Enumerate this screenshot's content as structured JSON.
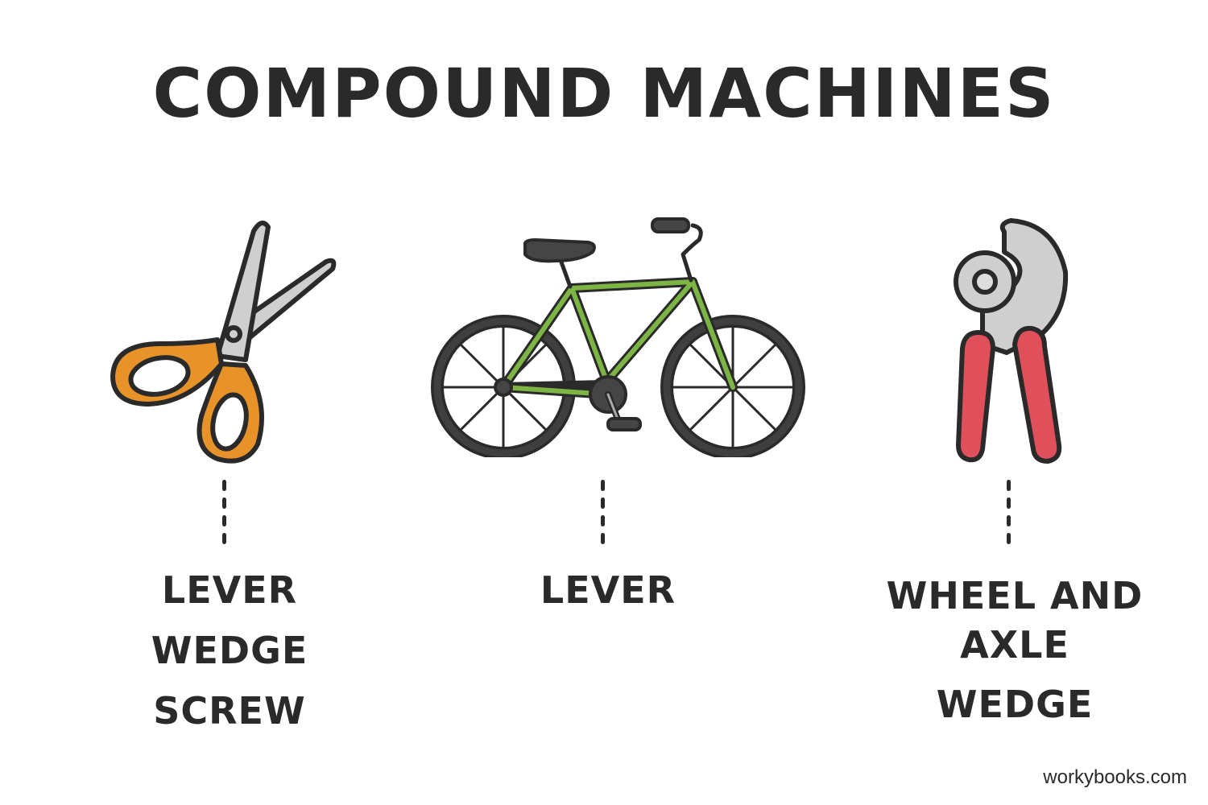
{
  "title": "COMPOUND MACHINES",
  "machines": [
    {
      "name": "scissors",
      "colors": {
        "handle": "#E8922A",
        "blade": "#CFCFCF",
        "outline": "#2a2a2a"
      },
      "simple_machines": [
        "LEVER",
        "WEDGE",
        "SCREW"
      ]
    },
    {
      "name": "bicycle",
      "colors": {
        "frame": "#7DB544",
        "tire": "#3a3a3a",
        "outline": "#2a2a2a"
      },
      "simple_machines": [
        "LEVER"
      ]
    },
    {
      "name": "can-opener",
      "colors": {
        "handle": "#E0505A",
        "metal": "#CFCFCF",
        "outline": "#2a2a2a"
      },
      "simple_machines": [
        "WHEEL AND AXLE",
        "WEDGE"
      ]
    }
  ],
  "watermark": "workybooks.com"
}
